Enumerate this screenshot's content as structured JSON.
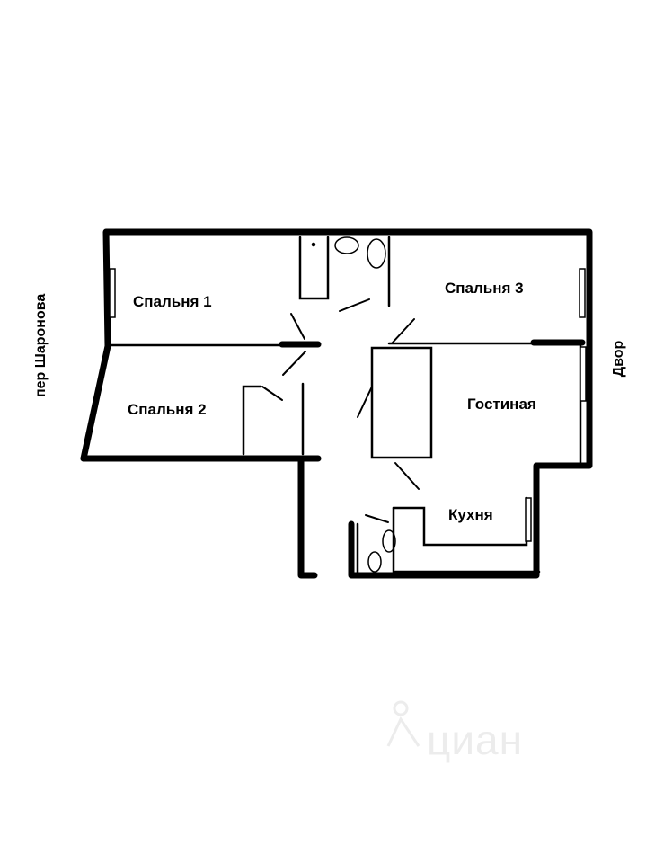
{
  "rooms": {
    "bedroom1": "Спальня 1",
    "bedroom2": "Спальня 2",
    "bedroom3": "Спальня 3",
    "living": "Гостиная",
    "kitchen": "Кухня"
  },
  "streets": {
    "left": "пер Шаронова",
    "right": "Двор"
  },
  "watermark": "циан"
}
